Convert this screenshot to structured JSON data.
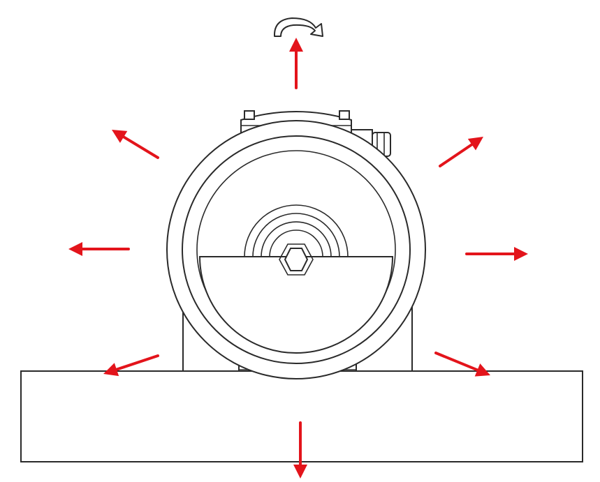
{
  "diagram": {
    "subject": "vibration-motor-on-base",
    "arrow_color": "#e3141b",
    "line_color": "#2a2a2a",
    "background": "#ffffff",
    "arrows": [
      {
        "name": "arrow-up"
      },
      {
        "name": "arrow-up-left"
      },
      {
        "name": "arrow-up-right"
      },
      {
        "name": "arrow-left"
      },
      {
        "name": "arrow-right"
      },
      {
        "name": "arrow-down-left"
      },
      {
        "name": "arrow-down-right"
      },
      {
        "name": "arrow-down"
      }
    ],
    "icons": [
      "rotation-icon"
    ]
  }
}
